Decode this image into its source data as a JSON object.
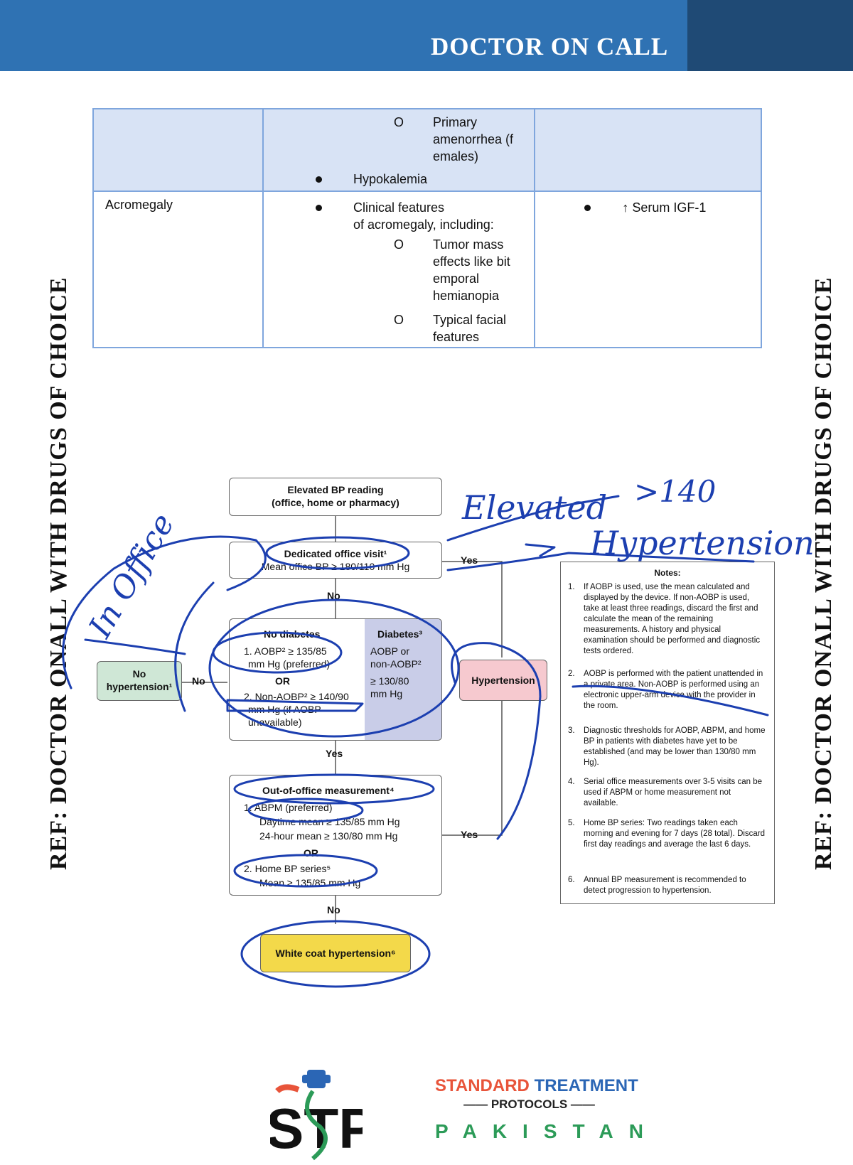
{
  "header": {
    "title": "DOCTOR ON CALL"
  },
  "side_ref": {
    "left": "REF: DOCTOR ONALL WITH DRUGS OF CHOICE",
    "right": "REF: DOCTOR ONALL WITH DRUGS OF CHOICE"
  },
  "table": {
    "row1": {
      "col2_sub1": "Primary",
      "col2_sub1b": "amenorrhea (f",
      "col2_sub1c": "emales)",
      "col2_bullet": "Hypokalemia"
    },
    "row2": {
      "col1": "Acromegaly",
      "col2_bullet_a": "Clinical features",
      "col2_bullet_b": "of acromegaly, including:",
      "col2_sub1a": "Tumor mass",
      "col2_sub1b": "effects like bit",
      "col2_sub1c": "emporal",
      "col2_sub1d": "hemianopia",
      "col2_sub2a": "Typical facial",
      "col2_sub2b": "features",
      "col3_bullet": "↑ Serum IGF-1"
    },
    "sub_marker": "O"
  },
  "flowchart": {
    "elevated_line1": "Elevated BP reading",
    "elevated_line2": "(office, home or pharmacy)",
    "dedicated_line1": "Dedicated office visit¹",
    "dedicated_line2": "Mean office BP ≥ 180/110 mm Hg",
    "yes1": "Yes",
    "no1": "No",
    "no_diabetes": "No diabetes",
    "aobp_line1": "1. AOBP² ≥ 135/85",
    "aobp_line2": "mm Hg (preferred)",
    "or1": "OR",
    "nonaobp_line1": "2. Non-AOBP² ≥ 140/90",
    "nonaobp_line2": "mm Hg (if AOBP",
    "nonaobp_line3": "unavailable)",
    "diabetes": "Diabetes³",
    "diab_line1": "AOBP or",
    "diab_line2": "non-AOBP²",
    "diab_line3": "≥ 130/80",
    "diab_line4": "mm Hg",
    "no_htn_line1": "No",
    "no_htn_line2": "hypertension¹",
    "no_arrow": "No",
    "hypertension": "Hypertension",
    "yes2": "Yes",
    "ooo_title": "Out-of-office measurement⁴",
    "abpm_line1": "1. ABPM (preferred)",
    "abpm_line2": "Daytime mean ≥ 135/85 mm Hg",
    "abpm_line3": "24-hour mean ≥ 130/80 mm Hg",
    "or2": "OR",
    "home_line1": "2. Home BP series⁵",
    "home_line2": "Mean ≥ 135/85 mm Hg",
    "yes3": "Yes",
    "no3": "No",
    "white_coat": "White coat hypertension⁶"
  },
  "notes": {
    "title": "Notes:",
    "items": [
      {
        "num": "1.",
        "text": "If AOBP is used, use the mean calculated and displayed by the device. If non-AOBP is used, take at least three readings, discard the first and calculate the mean of the remaining measurements. A history and physical examination should be performed and diagnostic tests ordered."
      },
      {
        "num": "2.",
        "text": "AOBP is performed with the patient unattended in a private area. Non-AOBP is performed using an electronic upper-arm device with the provider in the room."
      },
      {
        "num": "3.",
        "text": "Diagnostic thresholds for AOBP, ABPM, and home BP in patients with diabetes have yet to be established (and may be lower than 130/80 mm Hg)."
      },
      {
        "num": "4.",
        "text": "Serial office measurements over 3-5 visits can be used if ABPM or home measurement not available."
      },
      {
        "num": "5.",
        "text": "Home BP series: Two readings taken each morning and evening for 7 days (28 total). Discard first day readings and average the last 6 days."
      },
      {
        "num": "6.",
        "text": "Annual BP measurement is recommended to detect progression to hypertension."
      }
    ]
  },
  "handwriting": {
    "elevated": "Elevated",
    "gt140": ">140",
    "hypertension": "Hypertension",
    "in_office": "In Office"
  },
  "logo": {
    "line1_red": "STANDARD",
    "line1_blue": "TREATMENT",
    "line2": "PROTOCOLS",
    "line3": "PAKISTAN",
    "mark": "STP"
  },
  "colors": {
    "header": "#2f72b3",
    "header_dark": "#1f4a75",
    "table_border": "#7fa6dd",
    "table_shade": "#d8e3f5",
    "pen": "#1c3fb0",
    "no_htn_fill": "#cfe7d6",
    "hypertension_fill": "#f6c9cf",
    "white_coat_fill": "#f3d94a",
    "diabetes_fill": "#c9cde8"
  }
}
